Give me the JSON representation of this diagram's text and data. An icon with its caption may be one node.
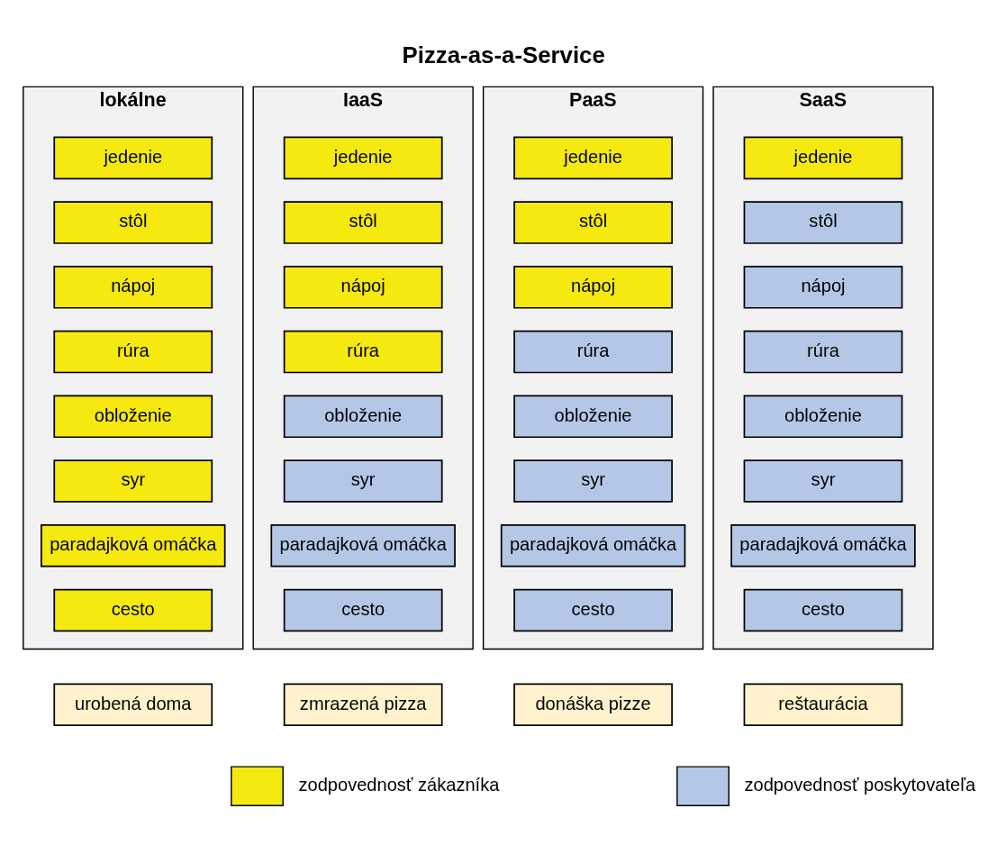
{
  "diagram": {
    "title": "Pizza-as-a-Service",
    "nodes": [
      {
        "text": [
          "lokálne"
        ]
      },
      {
        "text": [
          "jedenie"
        ],
        "in": 0
      },
      {
        "text": [
          "stôl"
        ],
        "in": 0
      },
      {
        "text": [
          "nápoj"
        ],
        "in": 0
      },
      {
        "text": [
          "rúra"
        ],
        "in": 0
      },
      {
        "text": [
          "obloženie"
        ],
        "in": 0
      },
      {
        "text": [
          "syr"
        ],
        "in": 0
      },
      {
        "text": [
          "paradajková omáčka"
        ],
        "in": 0
      },
      {
        "text": [
          "cesto"
        ],
        "in": 0
      },
      {
        "text": [
          "IaaS"
        ]
      },
      {
        "text": [
          "jedenie"
        ],
        "in": 9
      },
      {
        "text": [
          "stôl"
        ],
        "in": 9
      },
      {
        "text": [
          "nápoj"
        ],
        "in": 9
      },
      {
        "text": [
          "rúra"
        ],
        "in": 9
      },
      {
        "text": [
          "obloženie"
        ],
        "in": 9
      },
      {
        "text": [
          "syr"
        ],
        "in": 9
      },
      {
        "text": [
          "paradajková omáčka"
        ],
        "in": 9
      },
      {
        "text": [
          "cesto"
        ],
        "in": 9
      },
      {
        "text": [
          "PaaS"
        ]
      },
      {
        "text": [
          "jedenie"
        ],
        "in": 18
      },
      {
        "text": [
          "stôl"
        ],
        "in": 18
      },
      {
        "text": [
          "nápoj"
        ],
        "in": 18
      },
      {
        "text": [
          "rúra"
        ],
        "in": 18
      },
      {
        "text": [
          "obloženie"
        ],
        "in": 18
      },
      {
        "text": [
          "syr"
        ],
        "in": 18
      },
      {
        "text": [
          "paradajková omáčka"
        ],
        "in": 18
      },
      {
        "text": [
          "cesto"
        ],
        "in": 18
      },
      {
        "text": [
          "SaaS"
        ]
      },
      {
        "text": [
          "jedenie"
        ],
        "in": 27
      },
      {
        "text": [
          "stôl"
        ],
        "in": 27
      },
      {
        "text": [
          "nápoj"
        ],
        "in": 27
      },
      {
        "text": [
          "rúra"
        ],
        "in": 27
      },
      {
        "text": [
          "obloženie"
        ],
        "in": 27
      },
      {
        "text": [
          "syr"
        ],
        "in": 27
      },
      {
        "text": [
          "paradajková omáčka"
        ],
        "in": 27
      },
      {
        "text": [
          "cesto"
        ],
        "in": 27
      },
      {
        "text": [
          "urobená doma"
        ]
      },
      {
        "text": [
          "zmrazená pizza"
        ]
      },
      {
        "text": [
          "donáška pizze"
        ]
      },
      {
        "text": [
          "reštaurácia"
        ]
      }
    ],
    "edges": [],
    "legend": [
      {
        "text": "zodpovednosť zákazníka",
        "color": "#f5e90f"
      },
      {
        "text": "zodpovednosť poskytovateľa",
        "color": "#b4c7e7"
      }
    ]
  }
}
